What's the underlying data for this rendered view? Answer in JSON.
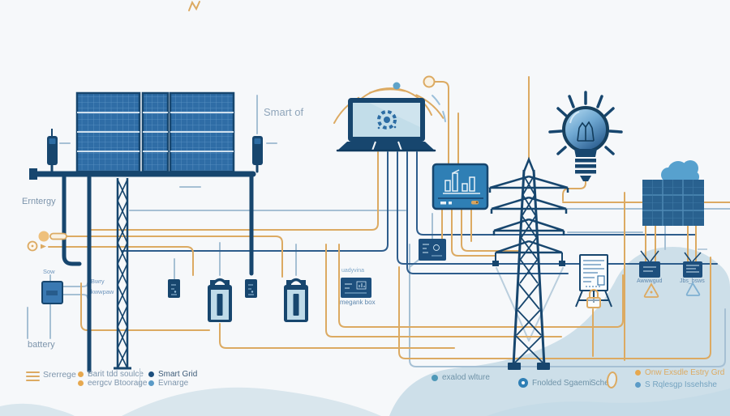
{
  "labels": {
    "smart_of": "Smart of",
    "entergy": "Erntergy",
    "sow": "Sow",
    "bwry": "Bwry",
    "kwwpaw": "kwwpaw",
    "battery": "battery",
    "inverter_top": "uadyvina",
    "inverter_bottom": "megank box",
    "right_box_a": "Awwwgud",
    "right_box_b": "Jbs_bsws"
  },
  "legend": {
    "storage": "Srerrege",
    "battery_source": "Barit tdd soulce",
    "energy_storage": "eergcv Btoorage",
    "smart_grid": "Smart Grid",
    "evnarge": "Evnarge",
    "exalod": "exalod wlture",
    "fnolded": "Fnolded Sgaemi",
    "sche": "Sche",
    "grid_line": "Onw Exsdle Estry Grd",
    "issehshe": "S Rqlesgp Issehshe"
  },
  "colors": {
    "accent_orange": "#dcaa62",
    "navy": "#17466e",
    "panel_blue": "#2f6da6",
    "steel_line": "#a6c0d4",
    "screen_blue": "#2f7fb5",
    "cloud_blue": "#57a1ce",
    "blob_light_blue": "#cddfe9",
    "muted_text": "#7d95ac"
  }
}
